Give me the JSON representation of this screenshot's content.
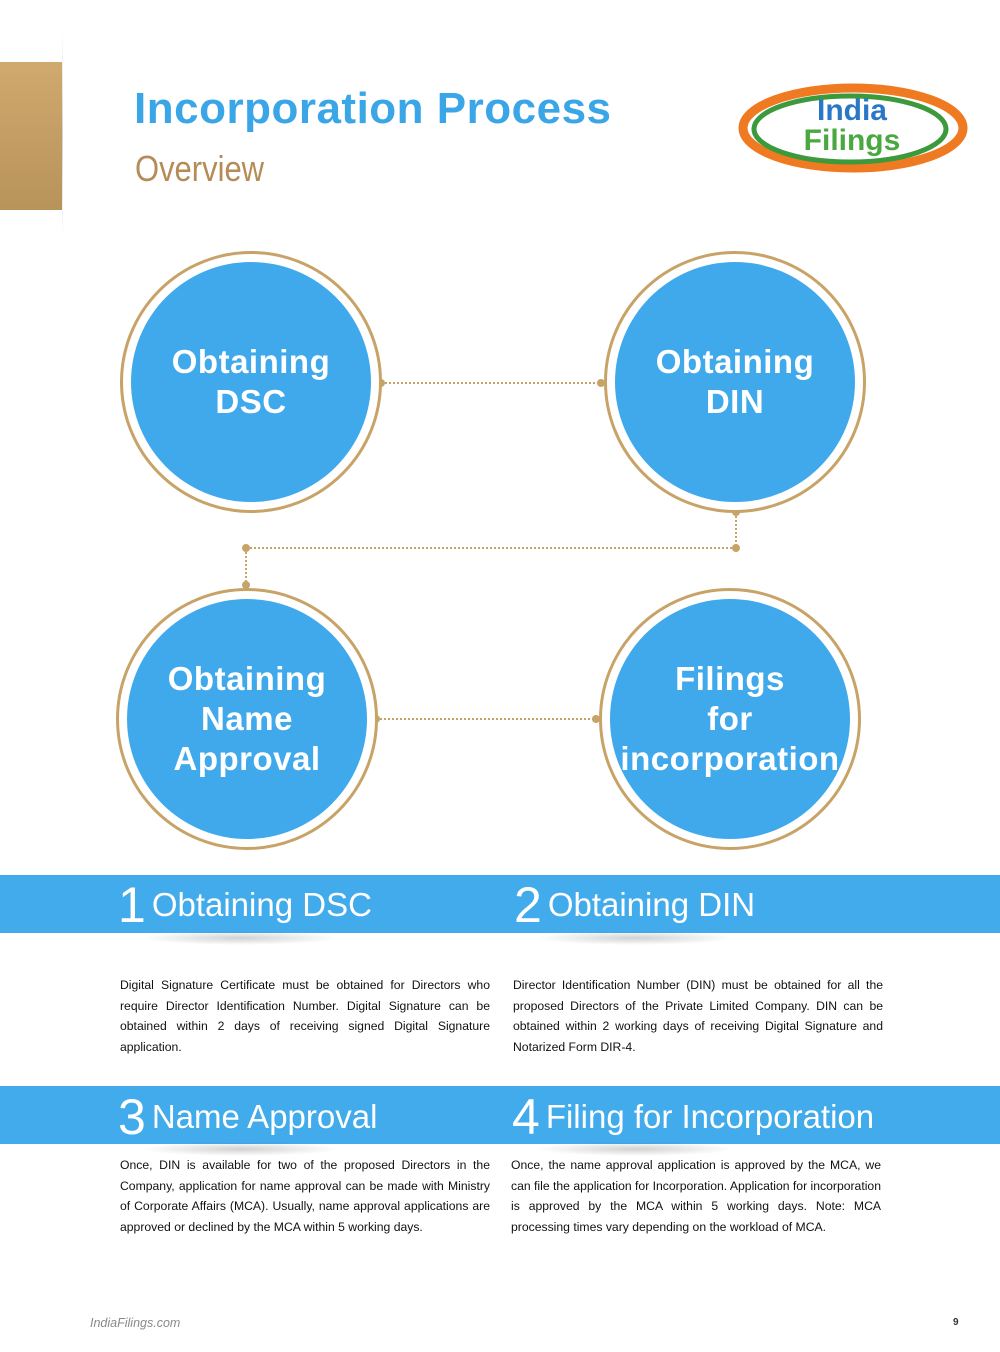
{
  "header": {
    "title": "Incorporation Process",
    "subtitle": "Overview"
  },
  "logo": {
    "line1": "India",
    "line2": "Filings",
    "colors": {
      "orange": "#f07a22",
      "green": "#3c9a3c",
      "text_blue": "#2a77c8",
      "text_green": "#49a83f"
    }
  },
  "flow": {
    "steps": [
      {
        "label_lines": [
          "Obtaining",
          "DSC"
        ]
      },
      {
        "label_lines": [
          "Obtaining",
          "DIN"
        ]
      },
      {
        "label_lines": [
          "Obtaining",
          "Name",
          "Approval"
        ]
      },
      {
        "label_lines": [
          "Filings",
          "for",
          "incorporation"
        ]
      }
    ],
    "colors": {
      "circle_fill": "#40a9ec",
      "ring": "#c8a368",
      "connector": "#c8a368"
    }
  },
  "sections": [
    {
      "number": "1",
      "heading": "Obtaining DSC",
      "body": "Digital Signature Certificate must be obtained for Directors who require Director Identification Number.  Digital Signature can be obtained within 2 days of receiving signed Digital Signature application."
    },
    {
      "number": "2",
      "heading": "Obtaining DIN",
      "body": "Director Identification Number (DIN) must be obtained for all the proposed Directors of the Private Limited Company. DIN can be obtained within 2 working days of receiving Digital Signature and Notarized Form DIR-4."
    },
    {
      "number": "3",
      "heading": "Name Approval",
      "body": "Once, DIN is available for two of the proposed Directors in the Company, application for name approval can be made with Ministry of Corporate Affairs (MCA). Usually, name approval applications are approved or declined by the MCA within 5 working days."
    },
    {
      "number": "4",
      "heading": "Filing for Incorporation",
      "body": "Once, the name approval application is approved by the MCA, we can file the application for Incorporation. Application for incorporation is approved by the MCA within 5 working days. Note: MCA processing times vary depending on the workload of MCA."
    }
  ],
  "footer": {
    "site": "IndiaFilings.com",
    "page_number": "9"
  },
  "theme": {
    "accent_blue": "#3aa6e8",
    "gold": "#b58c57"
  }
}
